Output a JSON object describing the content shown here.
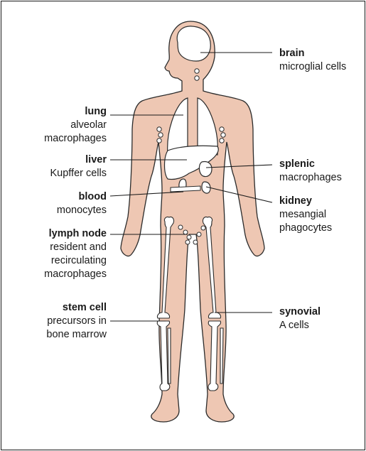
{
  "colors": {
    "skin": "#eec7b3",
    "outline": "#2b2b2b",
    "organ": "#ffffff",
    "frame": "#1a1a1a"
  },
  "labels": {
    "brain": {
      "title": "brain",
      "lines": [
        "microglial cells"
      ]
    },
    "lung": {
      "title": "lung",
      "lines": [
        "alveolar",
        "macrophages"
      ]
    },
    "liver": {
      "title": "liver",
      "lines": [
        "Kupffer cells"
      ]
    },
    "blood": {
      "title": "blood",
      "lines": [
        "monocytes"
      ]
    },
    "lymph_node": {
      "title": "lymph node",
      "lines": [
        "resident and",
        "recirculating",
        "macrophages"
      ]
    },
    "stem_cell": {
      "title": "stem cell",
      "lines": [
        "precursors in",
        "bone marrow"
      ]
    },
    "splenic": {
      "title": "splenic",
      "lines": [
        "macrophages"
      ]
    },
    "kidney": {
      "title": "kidney",
      "lines": [
        "mesangial",
        "phagocytes"
      ]
    },
    "synovial": {
      "title": "synovial",
      "lines": [
        "A cells"
      ]
    }
  }
}
